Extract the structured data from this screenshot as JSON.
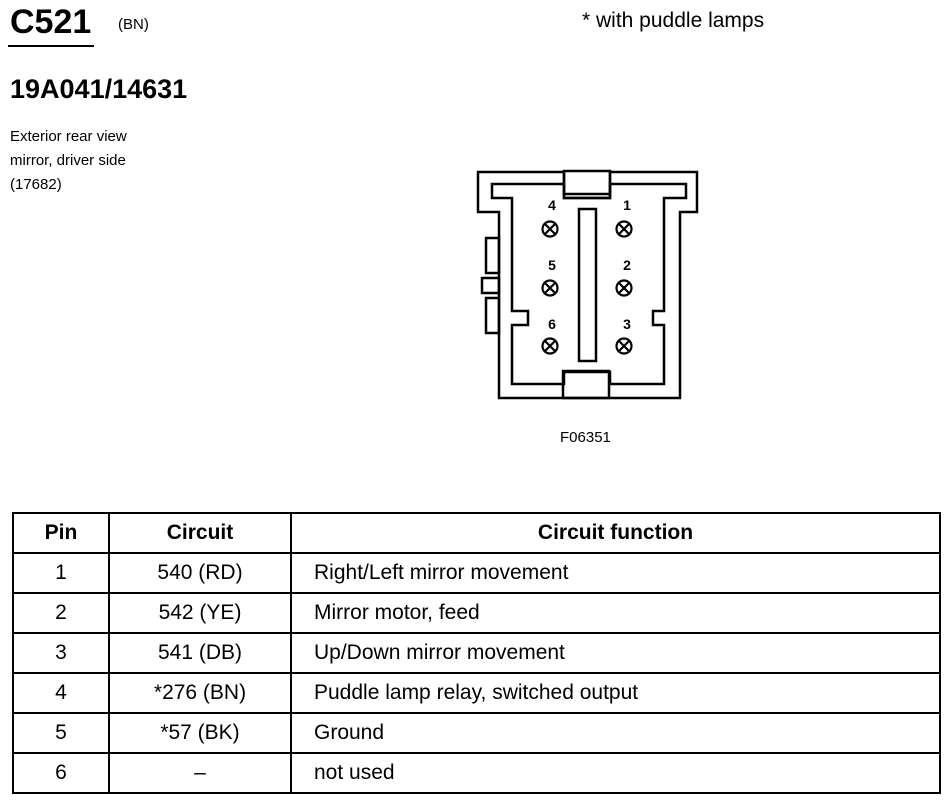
{
  "header": {
    "connector_id": "C521",
    "connector_color": "(BN)",
    "footnote": "* with puddle lamps",
    "part_number": "19A041/14631",
    "description_lines": [
      "Exterior rear view",
      "mirror, driver side",
      "(17682)"
    ]
  },
  "diagram": {
    "pin_labels": [
      "4",
      "1",
      "5",
      "2",
      "6",
      "3"
    ],
    "figure_code": "F06351"
  },
  "table": {
    "headers": [
      "Pin",
      "Circuit",
      "Circuit function"
    ],
    "rows": [
      {
        "pin": "1",
        "circuit": "540 (RD)",
        "function": "Right/Left mirror movement"
      },
      {
        "pin": "2",
        "circuit": "542 (YE)",
        "function": "Mirror motor, feed"
      },
      {
        "pin": "3",
        "circuit": "541 (DB)",
        "function": "Up/Down mirror movement"
      },
      {
        "pin": "4",
        "circuit": "*276 (BN)",
        "function": "Puddle lamp relay, switched output"
      },
      {
        "pin": "5",
        "circuit": "*57 (BK)",
        "function": "Ground"
      },
      {
        "pin": "6",
        "circuit": "–",
        "function": "not used"
      }
    ]
  }
}
